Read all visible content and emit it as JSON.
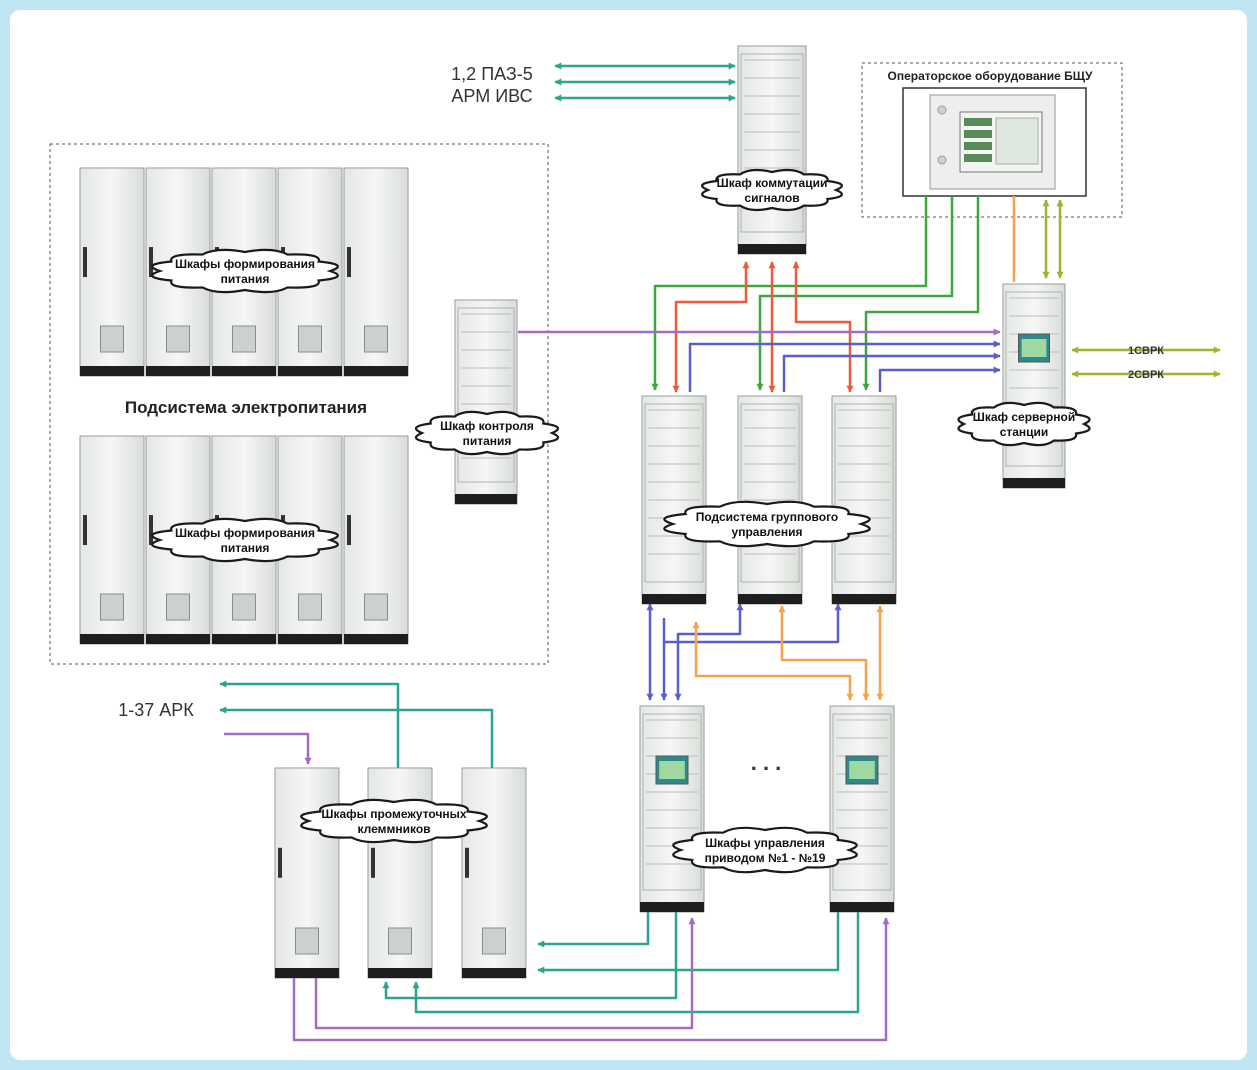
{
  "external": {
    "paz": "1,2 ПАЗ-5",
    "arm": "АРМ ИВС",
    "ark": "1-37 АРК",
    "svrk1": "1СВРК",
    "svrk2": "2СВРК"
  },
  "groups": {
    "operator": "Операторское оборудование БЩУ",
    "power_subsystem": "Подсистема электропитания"
  },
  "clouds": {
    "signal_switch": [
      "Шкаф коммутации",
      "сигналов"
    ],
    "power_forming_1": [
      "Шкафы формирования",
      "питания"
    ],
    "power_forming_2": [
      "Шкафы формирования",
      "питания"
    ],
    "power_control": [
      "Шкаф контроля",
      "питания"
    ],
    "server_station": [
      "Шкаф серверной",
      "станции"
    ],
    "group_control": [
      "Подсистема группового",
      "управления"
    ],
    "terminal": [
      "Шкафы промежуточных",
      "клеммников"
    ],
    "drive_control": [
      "Шкафы управления",
      "приводом №1 - №19"
    ]
  },
  "ellipsis": ". . .",
  "colors": {
    "teal": "#2aa58f",
    "green": "#3aa83a",
    "red": "#ee5a3c",
    "blue": "#5a5ec8",
    "purple": "#a46ac8",
    "orange": "#f4a34a",
    "olive": "#9cb42e"
  }
}
